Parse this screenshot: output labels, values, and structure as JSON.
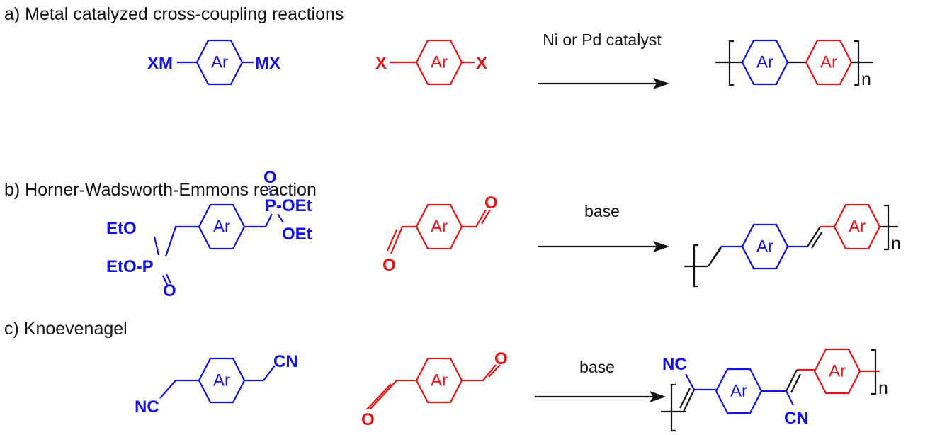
{
  "sections": [
    {
      "label": "a)  Metal catalyzed cross-coupling reactions",
      "condition": "Ni or Pd catalyst",
      "monomer1_left": "XM",
      "monomer1_right": "MX",
      "monomer2_left": "X",
      "monomer2_right": "X"
    },
    {
      "label": "b)  Horner-Wadsworth-Emmons reaction",
      "condition": "base",
      "eto1": "EtO",
      "eto2": "EtO-P",
      "o1": "O",
      "p_oet": "P-OEt",
      "oet": "OEt",
      "o2": "O",
      "cho_left": "O",
      "cho_right": "O"
    },
    {
      "label": "c)  Knoevenagel",
      "condition": "base",
      "nc": "NC",
      "cn": "CN",
      "cho_left": "O",
      "cho_right": "O",
      "prod_nc": "NC",
      "prod_cn": "CN"
    }
  ],
  "ring_label": "Ar",
  "repeat_subscript": "n",
  "colors": {
    "monomer1": "#1010ee",
    "monomer2": "#ee1111",
    "text": "#111111"
  }
}
